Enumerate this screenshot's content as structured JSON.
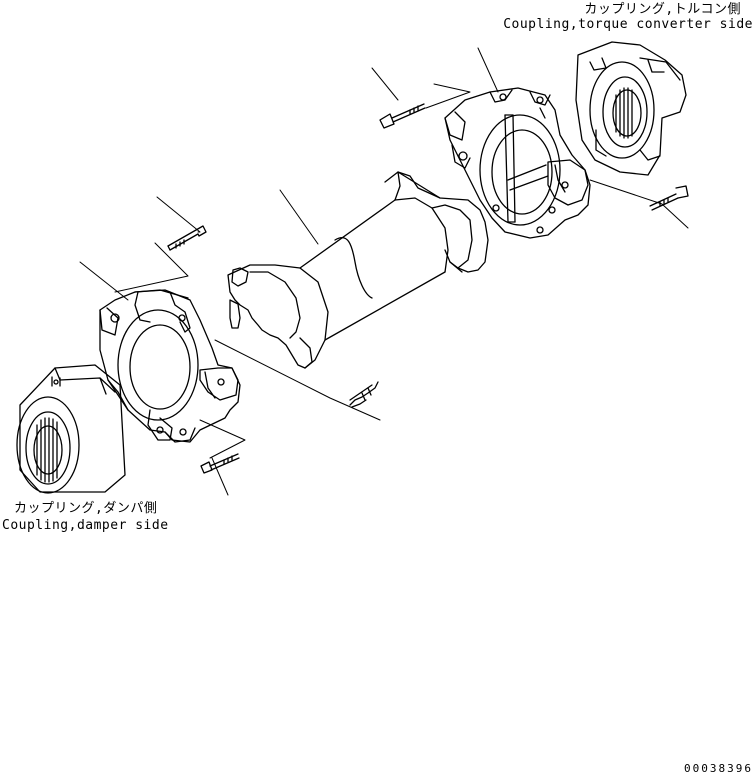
{
  "labels": {
    "torque_converter_side_jp": "カップリング,トルコン側",
    "torque_converter_side_en": "Coupling,torque converter side",
    "damper_side_jp": "カップリング,ダンパ側",
    "damper_side_en": "Coupling,damper side",
    "drawing_number": "00038396"
  }
}
